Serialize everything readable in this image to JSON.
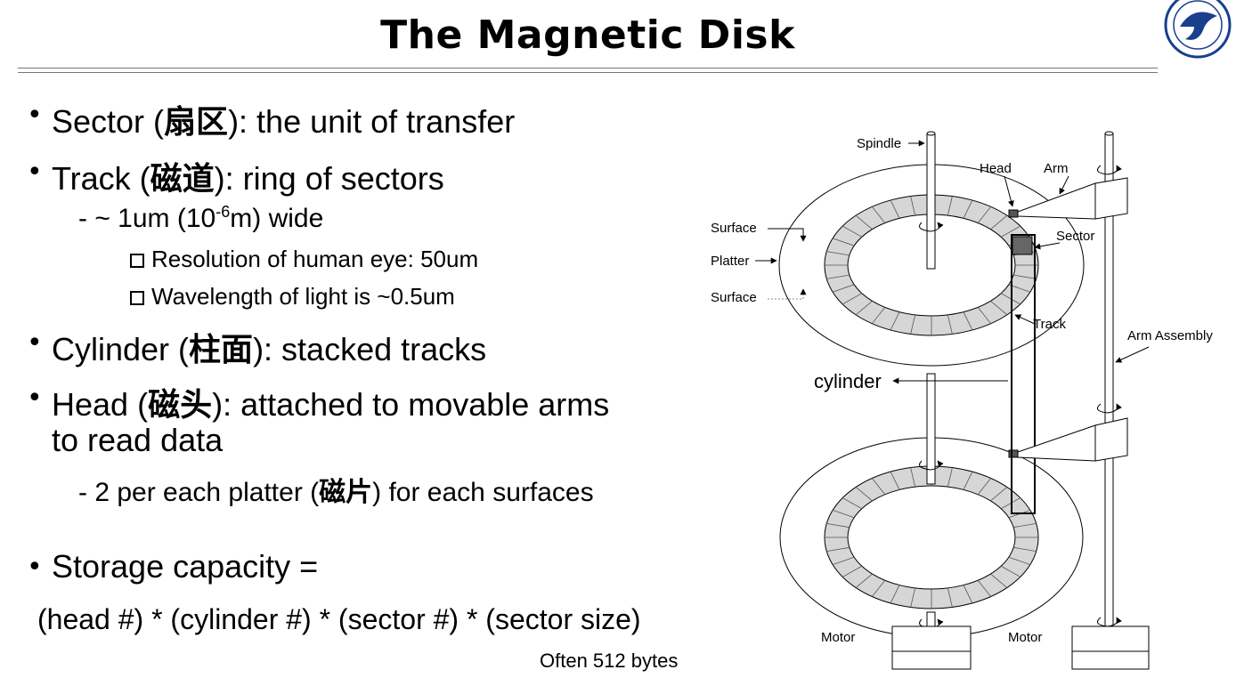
{
  "title": "The Magnetic Disk",
  "bullets": {
    "sector": {
      "pre": "Sector (",
      "cjk": "扇区",
      "post": "): the unit of transfer"
    },
    "track": {
      "pre": "Track (",
      "cjk": "磁道",
      "post": "): ring of sectors"
    },
    "track_width": {
      "pre": "- ~ 1um (10",
      "sup": "-6",
      "post": "m) wide"
    },
    "eye_resolution": "Resolution of human eye: 50um",
    "wavelength": "Wavelength of light is ~0.5um",
    "cylinder": {
      "pre": "Cylinder (",
      "cjk": "柱面",
      "post": "): stacked tracks"
    },
    "head": {
      "pre": "Head (",
      "cjk": "磁头",
      "post": "): attached to movable arms"
    },
    "head_cont": "to read data",
    "per_platter": {
      "pre": "- 2 per each platter (",
      "cjk": "磁片",
      "post": ") for each surfaces"
    },
    "capacity": "Storage capacity =",
    "formula": "(head #) * (cylinder #) * (sector #) * (sector size)",
    "note": "Often 512 bytes"
  },
  "diagram_labels": {
    "spindle": "Spindle",
    "head": "Head",
    "arm": "Arm",
    "surface_top": "Surface",
    "platter": "Platter",
    "surface_bottom": "Surface",
    "sector": "Sector",
    "track": "Track",
    "arm_assembly": "Arm Assembly",
    "cylinder": "cylinder",
    "motor_left": "Motor",
    "motor_right": "Motor"
  },
  "bullet_symbol": "•",
  "colors": {
    "ring": "#d6d6d6",
    "sector_mark": "#666666",
    "text": "#000000"
  }
}
